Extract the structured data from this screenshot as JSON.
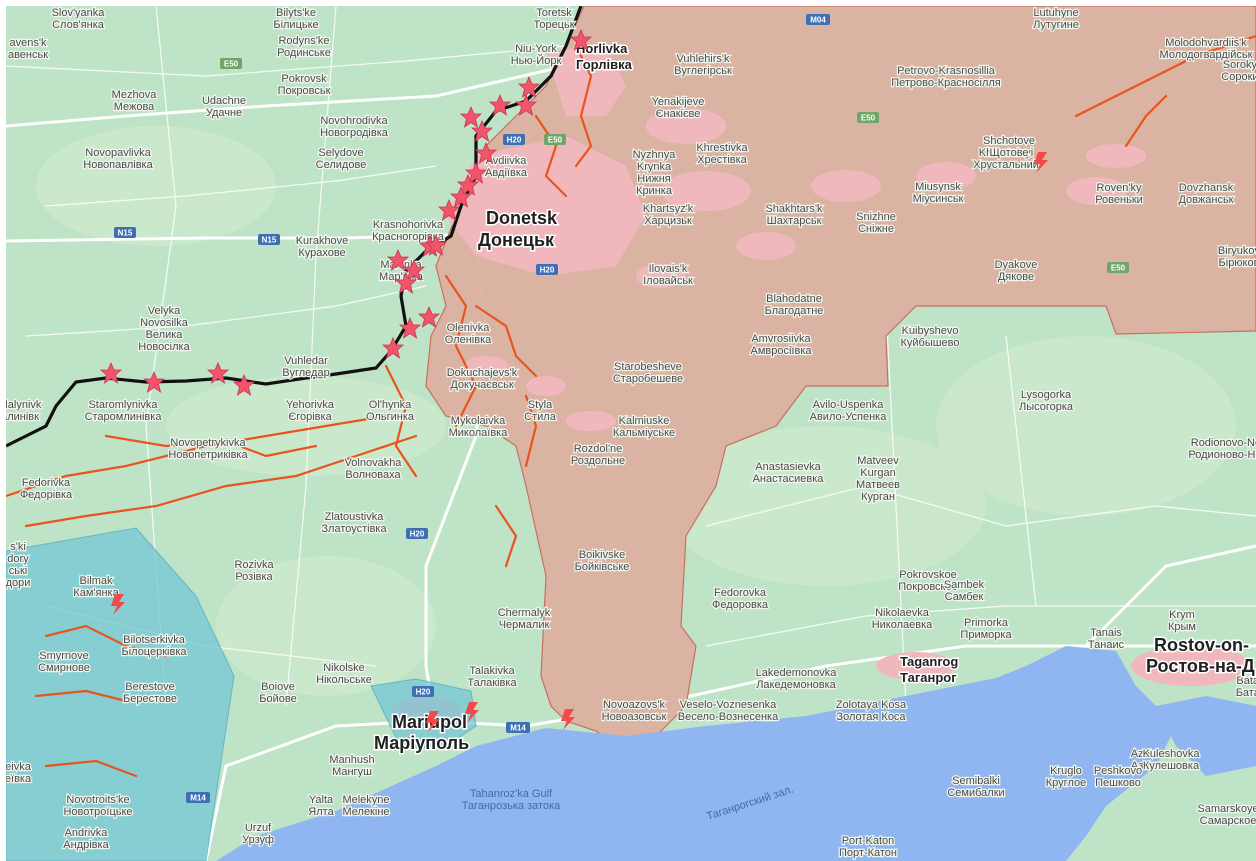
{
  "colors": {
    "land": "#bfe3c6",
    "occupied": "#dcb1a1",
    "occupied_border": "#c86a5a",
    "urban": "#f0b8bd",
    "sea": "#8fb6f0",
    "zone_blue": "#73c7d6",
    "front_line": "#111111",
    "fortification": "#e8551c",
    "marker": "#f2546a",
    "road_shield": "#3e6fb5"
  },
  "places": [
    {
      "id": "slovianka",
      "lines": [
        "Slov'yanka",
        "Слов'янка"
      ]
    },
    {
      "id": "bilytske",
      "lines": [
        "Bilyts'ke",
        "Білицьке"
      ]
    },
    {
      "id": "toretsk",
      "lines": [
        "Toretsk",
        "Торецьк"
      ]
    },
    {
      "id": "lutuhyne",
      "lines": [
        "Lutuhyne",
        "Лутугине"
      ]
    },
    {
      "id": "molodohvardiisk",
      "lines": [
        "Molodohvardiis'k",
        "Молодогвардійськ"
      ]
    },
    {
      "id": "sorokyne",
      "lines": [
        "Sorokyne",
        "Сорокине"
      ]
    },
    {
      "id": "chervonoarmiisk",
      "lines": [
        "avens'k",
        "авенськ"
      ]
    },
    {
      "id": "rodynske",
      "lines": [
        "Rodyns'ke",
        "Родинське"
      ]
    },
    {
      "id": "niu_york",
      "lines": [
        "Niu-York",
        "Нью-Йорк"
      ]
    },
    {
      "id": "vuhlehirsk",
      "lines": [
        "Vuhlehirs'k",
        "Вуглегірськ"
      ]
    },
    {
      "id": "petrovo",
      "lines": [
        "Petrovo-Krasnosillia",
        "Петрово-Красносілля"
      ]
    },
    {
      "id": "mezhova",
      "lines": [
        "Mezhova",
        "Межова"
      ]
    },
    {
      "id": "udachne",
      "lines": [
        "Udachne",
        "Удачне"
      ]
    },
    {
      "id": "pokrovsk",
      "lines": [
        "Pokrovsk",
        "Покровськ"
      ]
    },
    {
      "id": "yenakiieve",
      "lines": [
        "Yenakijeve",
        "Єнакієве"
      ]
    },
    {
      "id": "novohrodivka",
      "lines": [
        "Novohrodivka",
        "Новогродівка"
      ]
    },
    {
      "id": "selydove",
      "lines": [
        "Selydove",
        "Селидове"
      ]
    },
    {
      "id": "avdiivka",
      "lines": [
        "Avdiivka",
        "Авдіївка"
      ]
    },
    {
      "id": "khrestivka",
      "lines": [
        "Khrestivka",
        "Хрестівка"
      ]
    },
    {
      "id": "khrustalnyi",
      "lines": [
        "Khrustalnyi",
        "Хрустальний"
      ]
    },
    {
      "id": "shchotove",
      "lines": [
        "Shchotove",
        "Щотове"
      ]
    },
    {
      "id": "novopavlivka",
      "lines": [
        "Novopavlivka",
        "Новопавлівка"
      ]
    },
    {
      "id": "nyzhnia_krynka",
      "lines": [
        "Nyzhnya",
        "Krynka",
        "Нижня",
        "Кринка"
      ]
    },
    {
      "id": "miusynsk",
      "lines": [
        "Miusynsk",
        "Міусинськ"
      ]
    },
    {
      "id": "rovenky",
      "lines": [
        "Roven'ky",
        "Ровеньки"
      ]
    },
    {
      "id": "dovzhansk",
      "lines": [
        "Dovzhansk",
        "Довжанськ"
      ]
    },
    {
      "id": "khartsyzk",
      "lines": [
        "Khartsyz'k",
        "Харцизьк"
      ]
    },
    {
      "id": "shakhtarsk",
      "lines": [
        "Shakhtars'k",
        "Шахтарськ"
      ]
    },
    {
      "id": "snizhne",
      "lines": [
        "Snizhne",
        "Сніжне"
      ]
    },
    {
      "id": "kurakhove",
      "lines": [
        "Kurakhove",
        "Курахове"
      ]
    },
    {
      "id": "krasnohorivka",
      "lines": [
        "Krasnohorivka",
        "Красногорівка"
      ]
    },
    {
      "id": "marinka",
      "lines": [
        "Mar'inka",
        "Мар'їнка"
      ]
    },
    {
      "id": "biriukove",
      "lines": [
        "Biryukove",
        "Бірюкове"
      ]
    },
    {
      "id": "ilovaisk",
      "lines": [
        "Ilovais'k",
        "Іловайськ"
      ]
    },
    {
      "id": "dyakove",
      "lines": [
        "Dyakove",
        "Дякове"
      ]
    },
    {
      "id": "velyka_novosilka",
      "lines": [
        "Velyka",
        "Novosilka",
        "Велика",
        "Новосілка"
      ]
    },
    {
      "id": "blahodatne",
      "lines": [
        "Blahodatne",
        "Благодатне"
      ]
    },
    {
      "id": "olenivka",
      "lines": [
        "Olenivka",
        "Оленівка"
      ]
    },
    {
      "id": "kuibyshevo",
      "lines": [
        "Kuibyshevo",
        "Куйбышево"
      ]
    },
    {
      "id": "amvrosiivka",
      "lines": [
        "Amvrosiivka",
        "Амвросіївка"
      ]
    },
    {
      "id": "vuhledar",
      "lines": [
        "Vuhledar",
        "Вугледар"
      ]
    },
    {
      "id": "dokuchaievsk",
      "lines": [
        "Dokuchajevs'k",
        "Докучаєвськ"
      ]
    },
    {
      "id": "starobesheve",
      "lines": [
        "Starobesheve",
        "Старобешеве"
      ]
    },
    {
      "id": "malynivka",
      "lines": [
        "Malynivk",
        "алинівк"
      ]
    },
    {
      "id": "staromlynivka",
      "lines": [
        "Staromlynivka",
        "Старомлинівка"
      ]
    },
    {
      "id": "yehorivka",
      "lines": [
        "Yehorivka",
        "Єгорівка"
      ]
    },
    {
      "id": "olhynka",
      "lines": [
        "Ol'hynka",
        "Ольгинка"
      ]
    },
    {
      "id": "styla",
      "lines": [
        "Styla",
        "Стила"
      ]
    },
    {
      "id": "lysogorka",
      "lines": [
        "Lysogorka",
        "Лысогорка"
      ]
    },
    {
      "id": "avilo_uspenka",
      "lines": [
        "Avilo-Uspenka",
        "Авило-Успенка"
      ]
    },
    {
      "id": "mykolaivka",
      "lines": [
        "Mykolaivka",
        "Миколаївка"
      ]
    },
    {
      "id": "kalmiuske",
      "lines": [
        "Kalmiuske",
        "Кальміуське"
      ]
    },
    {
      "id": "rozdolne",
      "lines": [
        "Rozdol'ne",
        "Роздольне"
      ]
    },
    {
      "id": "novopetrykivka",
      "lines": [
        "Novopetrykivka",
        "Новопетриківка"
      ]
    },
    {
      "id": "rodionovo",
      "lines": [
        "Rodionovo-Nesvet",
        "Родионово-Несвет"
      ]
    },
    {
      "id": "volnovakha",
      "lines": [
        "Volnovakha",
        "Волноваха"
      ]
    },
    {
      "id": "fedorivka",
      "lines": [
        "Fedorivka",
        "Федорівка"
      ]
    },
    {
      "id": "anastasievka",
      "lines": [
        "Anastasievka",
        "Анастасиевка"
      ]
    },
    {
      "id": "matveev_kurgan",
      "lines": [
        "Matveev",
        "Kurgan",
        "Матвеев",
        "Курган"
      ]
    },
    {
      "id": "zlatoustivka",
      "lines": [
        "Zlatoustivka",
        "Златоустівка"
      ]
    },
    {
      "id": "dorky",
      "lines": [
        "s'ki",
        "dory",
        "ські",
        "дори"
      ]
    },
    {
      "id": "boikivske",
      "lines": [
        "Boikivske",
        "Бойківське"
      ]
    },
    {
      "id": "rozivka",
      "lines": [
        "Rozivka",
        "Розівка"
      ]
    },
    {
      "id": "pokrovskoe",
      "lines": [
        "Pokrovskoe",
        "Покровское"
      ]
    },
    {
      "id": "kamianka",
      "lines": [
        "Bilmak",
        "Кам'янка"
      ]
    },
    {
      "id": "sambek",
      "lines": [
        "Sambek",
        "Самбек"
      ]
    },
    {
      "id": "fedorovka",
      "lines": [
        "Fedorovka",
        "Федоровка"
      ]
    },
    {
      "id": "nikolaevka",
      "lines": [
        "Nikolaevka",
        "Николаевка"
      ]
    },
    {
      "id": "chermalyk",
      "lines": [
        "Chermalyk",
        "Чермалик"
      ]
    },
    {
      "id": "krym",
      "lines": [
        "Krym",
        "Крым"
      ]
    },
    {
      "id": "primorka",
      "lines": [
        "Primorka",
        "Приморка"
      ]
    },
    {
      "id": "tanais",
      "lines": [
        "Tanais",
        "Танаис"
      ]
    },
    {
      "id": "bilotserkivka",
      "lines": [
        "Bilotserkivka",
        "Білоцерківка"
      ]
    },
    {
      "id": "smyrnove",
      "lines": [
        "Smyrnove",
        "Смирнове"
      ]
    },
    {
      "id": "nikolske",
      "lines": [
        "Nikolske",
        "Нікольське"
      ]
    },
    {
      "id": "talakivka",
      "lines": [
        "Talakivka",
        "Талаківка"
      ]
    },
    {
      "id": "lakedemonovka",
      "lines": [
        "Lakedemonovka",
        "Лакедемоновка"
      ]
    },
    {
      "id": "boiove",
      "lines": [
        "Boiove",
        "Бойове"
      ]
    },
    {
      "id": "berestove",
      "lines": [
        "Berestove",
        "Берестове"
      ]
    },
    {
      "id": "bataysk",
      "lines": [
        "Bataysk",
        "Батайск"
      ]
    },
    {
      "id": "veselo",
      "lines": [
        "Veselo-Voznesenka",
        "Весело-Вознесенка"
      ]
    },
    {
      "id": "zolotaya_kosa",
      "lines": [
        "Zolotaya Kosa",
        "Золотая Коса"
      ]
    },
    {
      "id": "novoazovsk",
      "lines": [
        "Novoazovs'k",
        "Новоазовськ"
      ]
    },
    {
      "id": "azov",
      "lines": [
        "Azov",
        "Азов"
      ]
    },
    {
      "id": "kuleshovka",
      "lines": [
        "Kuleshovka",
        "Кулешовка"
      ]
    },
    {
      "id": "manhush",
      "lines": [
        "Manhush",
        "Мангуш"
      ]
    },
    {
      "id": "vivka",
      "lines": [
        "eivka",
        "еївка"
      ]
    },
    {
      "id": "peshkovo",
      "lines": [
        "Peshkovo",
        "Пешково"
      ]
    },
    {
      "id": "kruglo",
      "lines": [
        "Kruglo",
        "Круглое"
      ]
    },
    {
      "id": "semibalki",
      "lines": [
        "Semibalki",
        "Семибалки"
      ]
    },
    {
      "id": "novotroitske",
      "lines": [
        "Novotroits'ke",
        "Новотроїцьке"
      ]
    },
    {
      "id": "yalta",
      "lines": [
        "Yalta",
        "Ялта"
      ]
    },
    {
      "id": "melekyne",
      "lines": [
        "Melekyne",
        "Мелекіне"
      ]
    },
    {
      "id": "samarskoye",
      "lines": [
        "Samarskoye",
        "Самарское"
      ]
    },
    {
      "id": "urzuf",
      "lines": [
        "Urzuf",
        "Урзуф"
      ]
    },
    {
      "id": "andrivka",
      "lines": [
        "Andrivka",
        "Андрівка"
      ]
    },
    {
      "id": "port_katon",
      "lines": [
        "Port-Katon",
        "Порт-Катон"
      ]
    }
  ],
  "major_cities": {
    "horlivka": [
      "Horlivka",
      "Горлівка"
    ],
    "donetsk": [
      "Donetsk",
      "Донецьк"
    ],
    "mariupol": [
      "Mariupol",
      "Маріуполь"
    ],
    "taganrog": [
      "Taganrog",
      "Таганрог"
    ],
    "rostov": [
      "Rostov-on-",
      "Ростов-на-Д"
    ]
  },
  "water": {
    "gulf_en": "Tahanroz'ka Gulf",
    "gulf_uk": "Таганрозька затока",
    "gulf_ru": "Таганрогский зал."
  },
  "roads": {
    "m04": "M04",
    "e50a": "E50",
    "e50b": "E50",
    "e50c": "E50",
    "e50d": "E50",
    "n15a": "N15",
    "n15b": "N15",
    "h20a": "H20",
    "h20b": "H20",
    "h20c": "H20",
    "h20d": "H20",
    "m14a": "M14",
    "m14b": "M14"
  },
  "markers": {
    "explosion_count": 23,
    "strike_count": 5
  }
}
